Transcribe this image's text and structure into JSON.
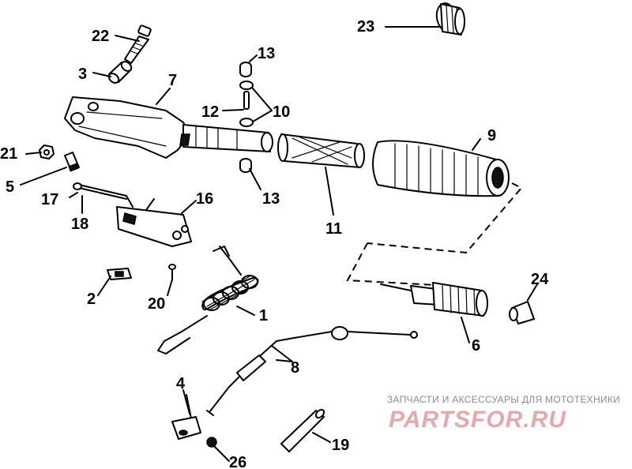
{
  "callouts": [
    {
      "id": "c1",
      "label": "1"
    },
    {
      "id": "c2",
      "label": "2"
    },
    {
      "id": "c3",
      "label": "3"
    },
    {
      "id": "c4",
      "label": "4"
    },
    {
      "id": "c5",
      "label": "5"
    },
    {
      "id": "c6",
      "label": "6"
    },
    {
      "id": "c7",
      "label": "7"
    },
    {
      "id": "c8",
      "label": "8"
    },
    {
      "id": "c9",
      "label": "9"
    },
    {
      "id": "c10",
      "label": "10"
    },
    {
      "id": "c11",
      "label": "11"
    },
    {
      "id": "c12",
      "label": "12"
    },
    {
      "id": "c13a",
      "label": "13"
    },
    {
      "id": "c13b",
      "label": "13"
    },
    {
      "id": "c16",
      "label": "16"
    },
    {
      "id": "c17",
      "label": "17"
    },
    {
      "id": "c18",
      "label": "18"
    },
    {
      "id": "c19",
      "label": "19"
    },
    {
      "id": "c20",
      "label": "20"
    },
    {
      "id": "c21",
      "label": "21"
    },
    {
      "id": "c22",
      "label": "22"
    },
    {
      "id": "c23",
      "label": "23"
    },
    {
      "id": "c24",
      "label": "24"
    },
    {
      "id": "c26",
      "label": "26"
    }
  ],
  "watermark": {
    "tagline": "ЗАПЧАСТИ И АКСЕССУАРЫ ДЛЯ МОТОТЕХНИКИ",
    "brand": "PARTSFOR.RU"
  }
}
